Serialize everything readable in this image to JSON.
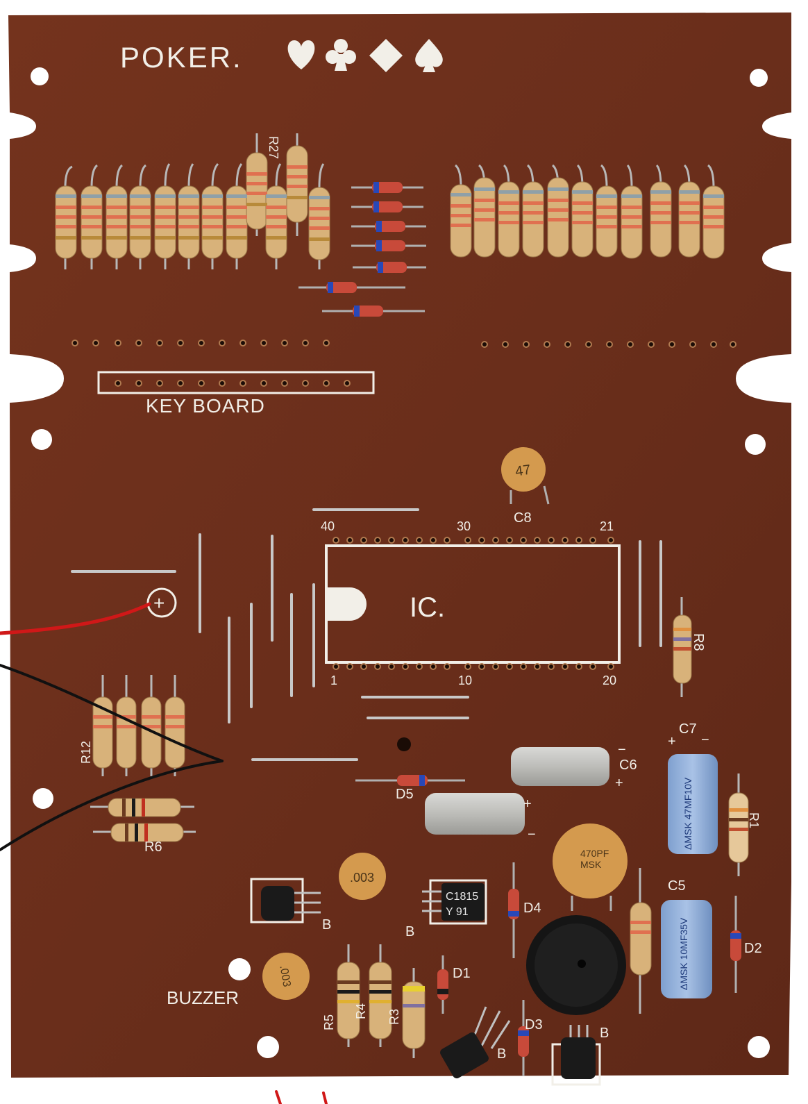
{
  "board": {
    "title": "POKER.",
    "suits": [
      "heart",
      "club",
      "diamond",
      "spade"
    ],
    "keyboard_label": "KEY BOARD",
    "ic_label": "IC.",
    "pin_labels": [
      "40",
      "30",
      "21",
      "1",
      "10",
      "20"
    ],
    "plus_symbol": "⊕",
    "buzzer_label": "BUZZER"
  },
  "labels": {
    "r27": "R27",
    "r8": "R8",
    "r12": "R12",
    "r6": "R6",
    "r1": "R1",
    "r5": "R5",
    "r4": "R4",
    "r3": "R3",
    "c8": "C8",
    "c7": "C7",
    "c6": "C6",
    "c5": "C5",
    "d1": "D1",
    "d2": "D2",
    "d3": "D3",
    "d4": "D4",
    "d5": "D5",
    "b1": "B",
    "b2": "B",
    "b3": "B",
    "b4": "B"
  },
  "component_markings": {
    "cap_47": "47",
    "cap_470pf": "470PF",
    "cap_msk": "MSK",
    "cap_003_a": ".003",
    "cap_003_b": ".003",
    "transistor_top": "C1815",
    "transistor_bottom": "Y 91",
    "elec_c7": "ΔMSK 47MF10V",
    "elec_c5": "ΔMSK 10MF35V"
  },
  "colors": {
    "board": "#6b2f1c",
    "silkscreen": "#f2efe8",
    "resistor_body": "#d8b27a",
    "wire_red": "#d01818",
    "wire_black": "#111111"
  }
}
